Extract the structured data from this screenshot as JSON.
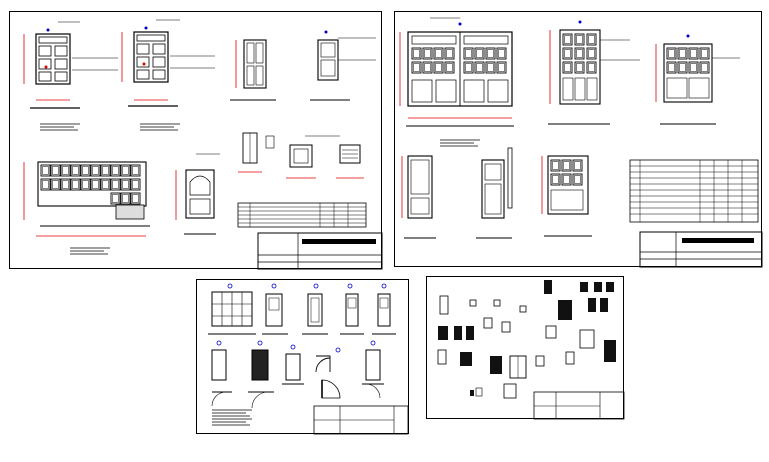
{
  "sheets": [
    {
      "id": "sheet-1"
    },
    {
      "id": "sheet-2"
    },
    {
      "id": "sheet-3"
    },
    {
      "id": "sheet-4"
    }
  ],
  "colors": {
    "line": "#000000",
    "dimension": "#e00000",
    "callout": "#0000cc",
    "paper": "#ffffff"
  }
}
